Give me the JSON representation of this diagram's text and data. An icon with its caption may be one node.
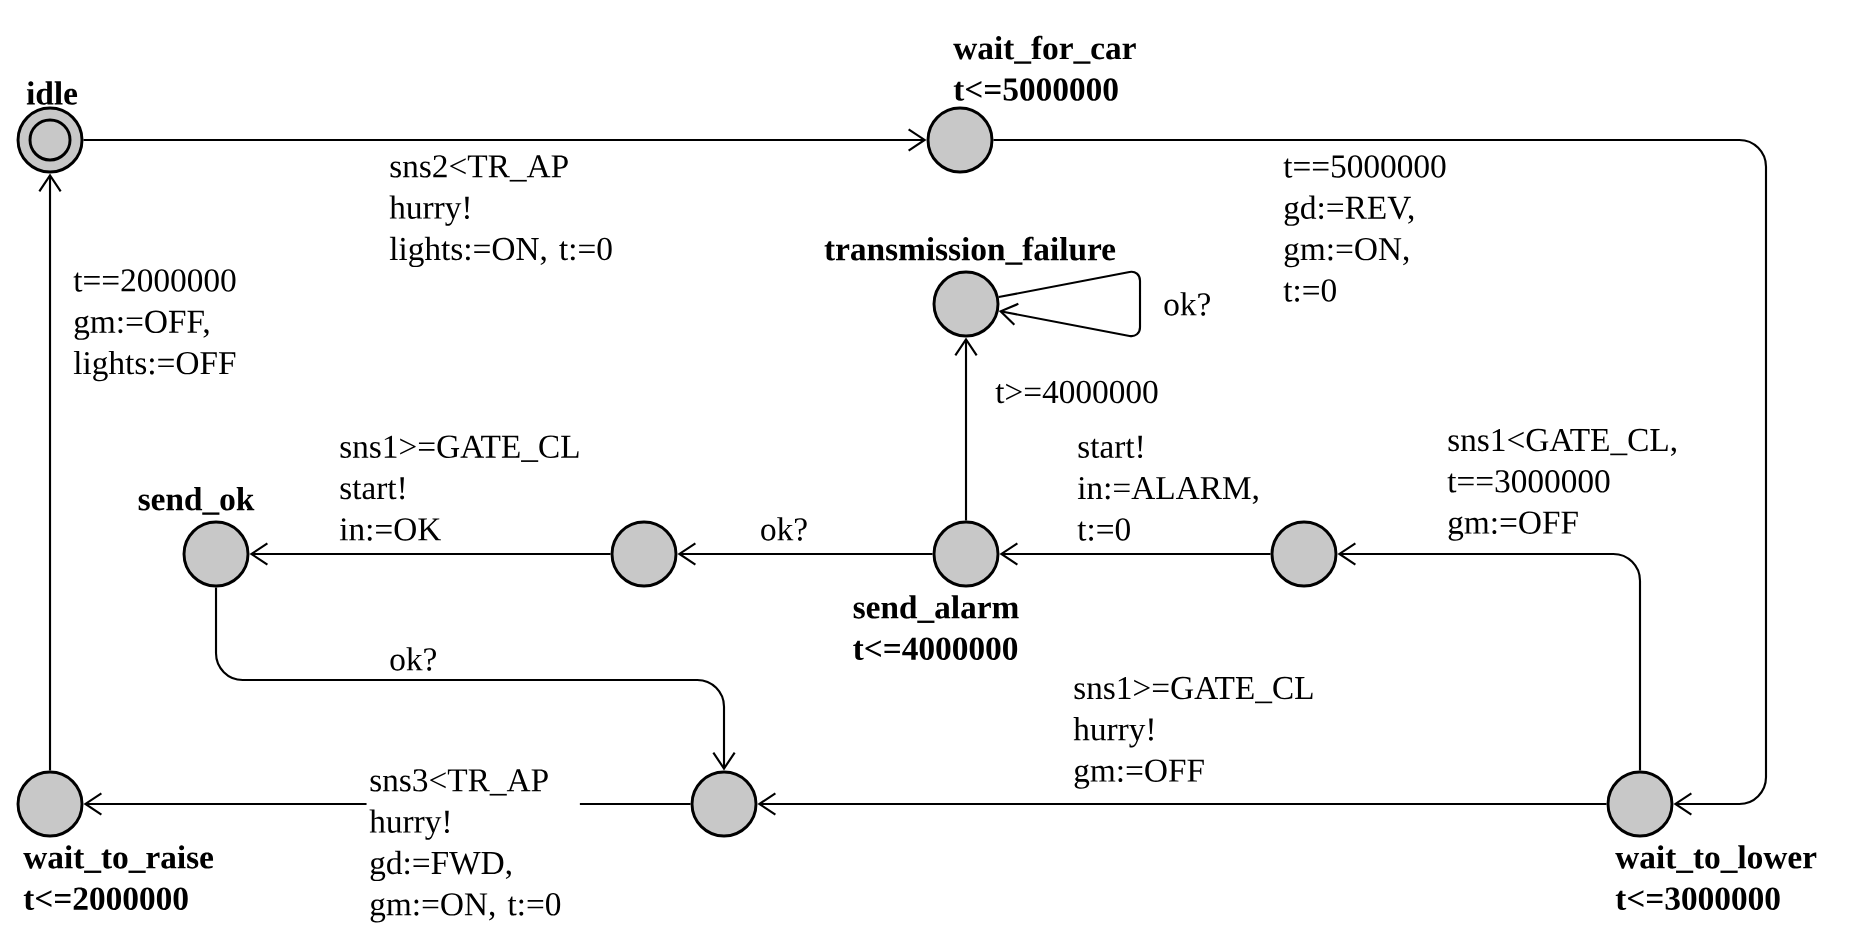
{
  "diagram": {
    "nodes": [
      {
        "text": [
          "idle"
        ]
      },
      {
        "text": [
          "wait_for_car",
          "t<=5000000"
        ]
      },
      {
        "text": [
          "transmission_failure"
        ]
      },
      {
        "text": [
          "send_ok"
        ]
      },
      {
        "text": [],
        "shape": "circle"
      },
      {
        "text": [
          "send_alarm",
          "t<=4000000"
        ]
      },
      {
        "text": [],
        "shape": "circle"
      },
      {
        "text": [
          "wait_to_raise",
          "t<=2000000"
        ]
      },
      {
        "text": [],
        "shape": "circle"
      },
      {
        "text": [
          "wait_to_lower",
          "t<=3000000"
        ]
      }
    ],
    "edges": [
      {
        "from": 0,
        "to": 1,
        "arrow": "to",
        "label": "sns2<TR_AP hurry! lights:=ON, t:=0"
      },
      {
        "from": 1,
        "to": 9,
        "arrow": "to",
        "label": "t==5000000 gd:=REV, gm:=ON, t:=0"
      },
      {
        "from": 9,
        "to": 6,
        "arrow": "to",
        "label": "sns1<GATE_CL, t==3000000 gm:=OFF"
      },
      {
        "from": 6,
        "to": 5,
        "arrow": "to",
        "label": "start! in:=ALARM, t:=0"
      },
      {
        "from": 5,
        "to": 4,
        "arrow": "to",
        "label": "ok?"
      },
      {
        "from": 4,
        "to": 3,
        "arrow": "to",
        "label": "sns1>=GATE_CL start! in:=OK"
      },
      {
        "from": 5,
        "to": 2,
        "arrow": "to",
        "label": "t>=4000000"
      },
      {
        "from": 2,
        "to": 2,
        "arrow": "to",
        "label": "ok?"
      },
      {
        "from": 3,
        "to": 8,
        "arrow": "to",
        "label": "ok?"
      },
      {
        "from": 9,
        "to": 8,
        "arrow": "to",
        "label": "sns1>=GATE_CL hurry! gm:=OFF"
      },
      {
        "from": 8,
        "to": 7,
        "arrow": "to",
        "label": "sns3<TR_AP hurry! gd:=FWD, gm:=ON, t:=0"
      },
      {
        "from": 7,
        "to": 0,
        "arrow": "to",
        "label": "t==2000000 gm:=OFF, lights:=OFF"
      }
    ]
  }
}
